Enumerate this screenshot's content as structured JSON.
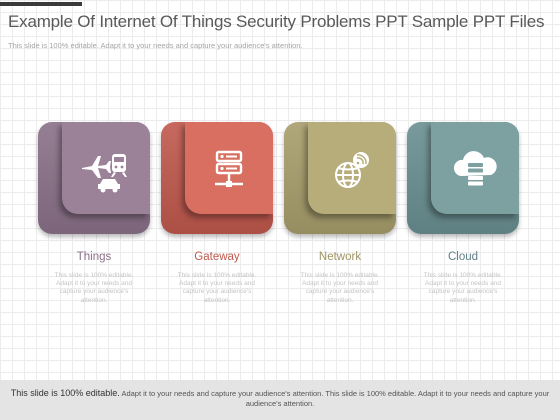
{
  "title": "Example Of Internet Of Things Security Problems PPT Sample PPT Files",
  "subtitle": "This slide is 100% editable. Adapt it to your needs and capture your audience's attention.",
  "cards": [
    {
      "label": "Things",
      "desc": "This slide is 100% editable. Adapt it to your needs and capture your audience's attention.",
      "icon": "plane-train-car-icon",
      "color": "#8a7189",
      "inner": "#9c8299",
      "label_color": "#8a7189"
    },
    {
      "label": "Gateway",
      "desc": "This slide is 100% editable. Adapt it to your needs and capture your audience's attention.",
      "icon": "server-icon",
      "color": "#c0584d",
      "inner": "#d86f61",
      "label_color": "#c0584d"
    },
    {
      "label": "Network",
      "desc": "This slide is 100% editable. Adapt it to your needs and capture your audience's attention.",
      "icon": "globe-wifi-icon",
      "color": "#a79d6c",
      "inner": "#b7ad7b",
      "label_color": "#9e9462"
    },
    {
      "label": "Cloud",
      "desc": "This slide is 100% editable. Adapt it to your needs and capture your audience's attention.",
      "icon": "cloud-database-icon",
      "color": "#6a8f91",
      "inner": "#7da1a1",
      "label_color": "#5f7f86"
    }
  ],
  "footer": {
    "lead": "This slide is 100% editable.",
    "text": " Adapt it to your needs and capture your audience's attention. This slide is 100% editable. Adapt it to your needs and capture your audience's attention."
  }
}
